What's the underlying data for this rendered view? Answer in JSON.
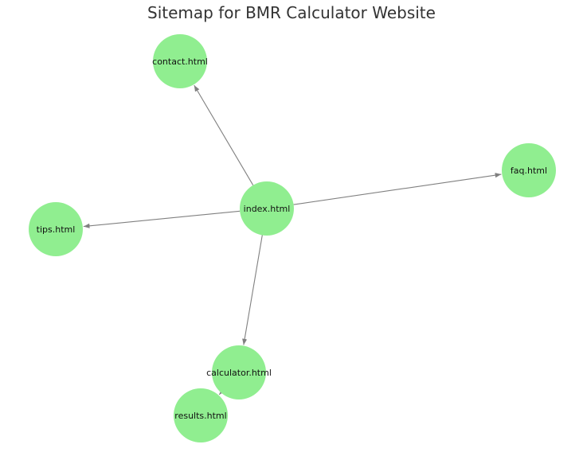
{
  "title": "Sitemap for BMR Calculator Website",
  "colors": {
    "node_fill": "#90ee90",
    "edge": "#808080",
    "title": "#333333",
    "label": "#111111"
  },
  "nodes": [
    {
      "id": "index",
      "label": "index.html"
    },
    {
      "id": "contact",
      "label": "contact.html"
    },
    {
      "id": "faq",
      "label": "faq.html"
    },
    {
      "id": "tips",
      "label": "tips.html"
    },
    {
      "id": "calculator",
      "label": "calculator.html"
    },
    {
      "id": "results",
      "label": "results.html"
    }
  ],
  "edges": [
    {
      "from": "index",
      "to": "contact"
    },
    {
      "from": "index",
      "to": "faq"
    },
    {
      "from": "index",
      "to": "tips"
    },
    {
      "from": "index",
      "to": "calculator"
    },
    {
      "from": "calculator",
      "to": "results"
    }
  ]
}
